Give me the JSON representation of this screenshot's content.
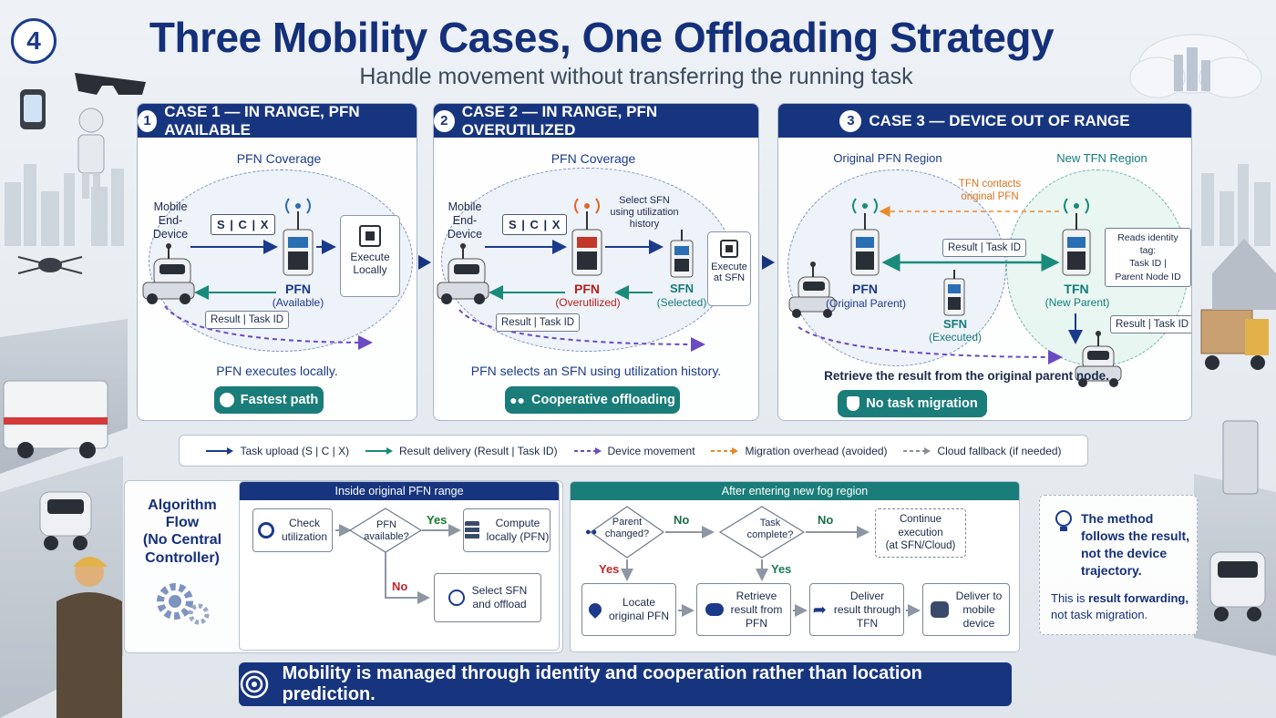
{
  "header": {
    "badge": "4",
    "title": "Three Mobility Cases, One Offloading Strategy",
    "subtitle": "Handle movement without transferring the running task"
  },
  "case1": {
    "num": "1",
    "title": "CASE 1 — IN RANGE, PFN AVAILABLE",
    "coverage": "PFN Coverage",
    "device": "Mobile\nEnd-Device",
    "packet": "S | C | X",
    "node": "PFN",
    "node_status": "(Available)",
    "exec": "Execute\nLocally",
    "result": "Result | Task ID",
    "caption": "PFN executes locally.",
    "pill": "Fastest path"
  },
  "case2": {
    "num": "2",
    "title": "CASE 2 — IN RANGE, PFN OVERUTILIZED",
    "coverage": "PFN Coverage",
    "device": "Mobile\nEnd-Device",
    "packet": "S | C | X",
    "select_note": "Select SFN\nusing utilization\nhistory",
    "node": "PFN",
    "node_status": "(Overutilized)",
    "sfn": "SFN",
    "sfn_status": "(Selected)",
    "exec": "Execute\nat SFN",
    "result": "Result | Task ID",
    "caption": "PFN selects an SFN using utilization history.",
    "pill": "Cooperative offloading"
  },
  "case3": {
    "num": "3",
    "title": "CASE 3 — DEVICE OUT OF RANGE",
    "region_a": "Original PFN Region",
    "region_b": "New TFN Region",
    "contact": "TFN contacts\noriginal PFN",
    "result_mid": "Result | Task ID",
    "identity": "Reads identity tag:\nTask ID |\nParent Node ID",
    "pfn": "PFN",
    "pfn_status": "(Original Parent)",
    "sfn": "SFN",
    "sfn_status": "(Executed)",
    "tfn": "TFN",
    "tfn_status": "(New Parent)",
    "result_right": "Result | Task ID",
    "caption": "Retrieve the result from the original parent node.",
    "pill": "No task migration"
  },
  "legend": [
    {
      "label": "Task upload (S | C | X)",
      "color": "#1b3a8a",
      "dash": false
    },
    {
      "label": "Result delivery (Result | Task ID)",
      "color": "#1a8a7a",
      "dash": false
    },
    {
      "label": "Device movement",
      "color": "#6a4bc4",
      "dash": true
    },
    {
      "label": "Migration overhead (avoided)",
      "color": "#e88a2a",
      "dash": true
    },
    {
      "label": "Cloud fallback (if needed)",
      "color": "#8a8f98",
      "dash": true
    }
  ],
  "algo": {
    "title": "Algorithm\nFlow\n(No Central\nController)",
    "left_head": "Inside original PFN range",
    "check": "Check\nutilization",
    "pfn_q": "PFN\navailable?",
    "yes1": "Yes",
    "compute": "Compute\nlocally (PFN)",
    "no1": "No",
    "select": "Select SFN\nand offload",
    "right_head": "After entering new fog region",
    "parent_q": "Parent\nchanged?",
    "no2": "No",
    "task_q": "Task\ncomplete?",
    "no3": "No",
    "continue": "Continue\nexecution\n(at SFN/Cloud)",
    "yes2": "Yes",
    "yes3": "Yes",
    "locate": "Locate\noriginal PFN",
    "retrieve": "Retrieve\nresult from\nPFN",
    "deliver_tfn": "Deliver\nresult through\nTFN",
    "deliver_dev": "Deliver to\nmobile\ndevice"
  },
  "insight": {
    "main": "The method follows the result, not the device trajectory.",
    "sub_pre": "This is ",
    "sub_strong": "result forwarding,",
    "sub_post": " not task migration."
  },
  "banner": "Mobility is managed through identity and cooperation rather than location prediction.",
  "colors": {
    "navy": "#17357f",
    "teal": "#1a7d7a",
    "red": "#b3201c",
    "violet": "#6a4bc4",
    "orange": "#e88a2a"
  }
}
